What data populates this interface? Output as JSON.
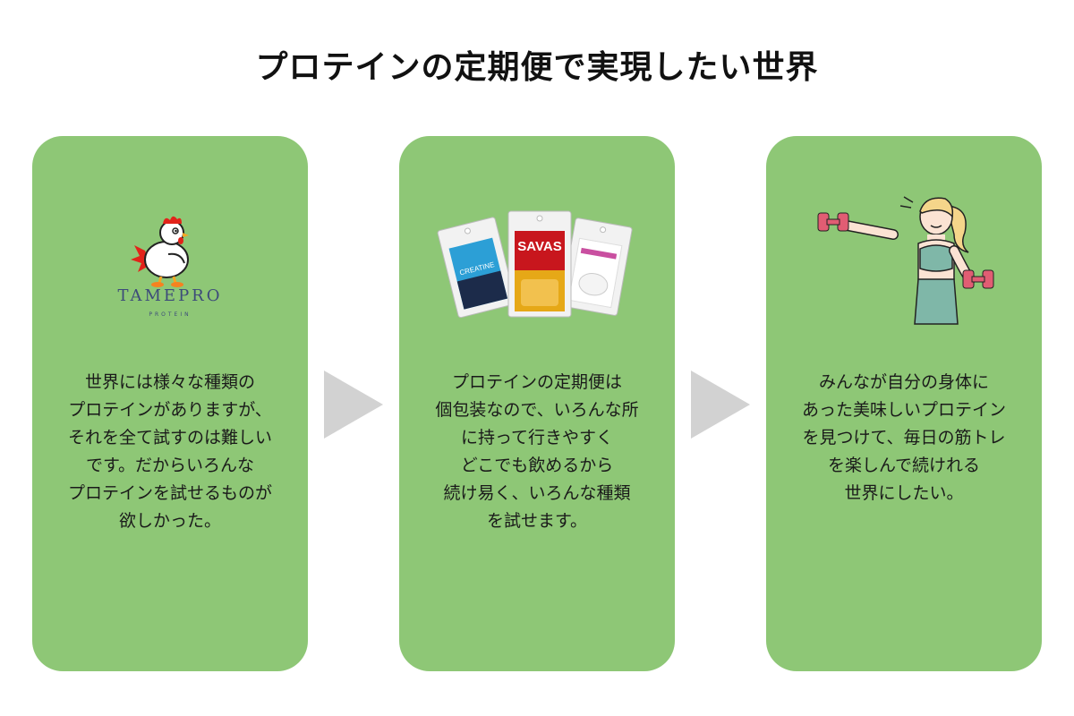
{
  "title": "プロテインの定期便で実現したい世界",
  "logo": {
    "word": "TAMEPRO",
    "sub": "PROTEIN"
  },
  "packs": {
    "left": "CREATINE",
    "center": "SAVAS",
    "right": ""
  },
  "cards": [
    {
      "lines": [
        "世界には様々な種類の",
        "プロテインがありますが、",
        "それを全て試すのは難しい",
        "です。だからいろんな",
        "プロテインを試せるものが",
        "欲しかった。"
      ]
    },
    {
      "lines": [
        "プロテインの定期便は",
        "個包装なので、いろんな所",
        "に持って行きやすく",
        "どこでも飲めるから",
        "続け易く、いろんな種類",
        "を試せます。"
      ]
    },
    {
      "lines": [
        "みんなが自分の身体に",
        "あった美味しいプロテイン",
        "を見つけて、毎日の筋トレ",
        "を楽しんで続けれる",
        "世界にしたい。"
      ]
    }
  ],
  "colors": {
    "card_bg": "#8ec776",
    "arrow": "#d2d2d2",
    "logo_text": "#3d4b7a"
  },
  "icons": [
    "chicken-mascot-icon",
    "protein-packs-icon",
    "woman-dumbbells-icon",
    "arrow-right-icon"
  ]
}
